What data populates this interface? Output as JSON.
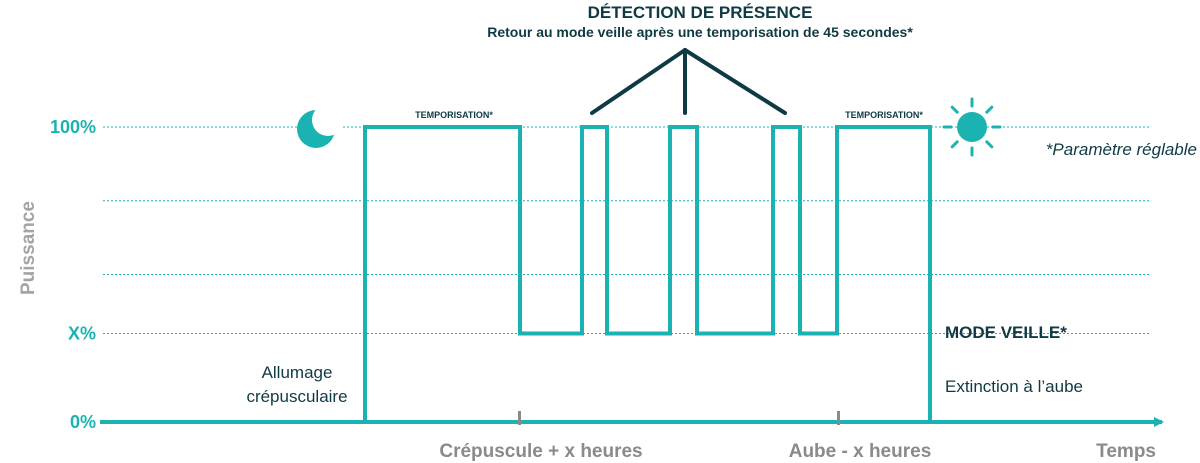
{
  "title": "DÉTECTION DE PRÉSENCE",
  "subtitle": "Retour au mode veille après une temporisation de 45 secondes*",
  "note": "*Paramètre réglable",
  "mode_label": "MODE VEILLE*",
  "extinction_label": "Extinction à l’aube",
  "allumage_lines": [
    "Allumage",
    "crépusculaire"
  ],
  "temporisation_labels": [
    "TEMPORISATION*",
    "TEMPORISATION*"
  ],
  "icons": {
    "left": "moon-icon",
    "right": "sun-icon"
  },
  "colors": {
    "signal": "#1bb3b1",
    "text": "#0f3a44",
    "grid": "#1bb3b1",
    "axis_label": "#a4a4a4"
  },
  "chart_data": {
    "type": "line",
    "ylabel": "Puissance",
    "xlabel": "Temps",
    "y_ticks": [
      {
        "label": "100%",
        "value": 100
      },
      {
        "label": "X%",
        "value": 30
      },
      {
        "label": "0%",
        "value": 0
      }
    ],
    "x_ticks": [
      "Crépuscule + x heures",
      "Aube - x heures"
    ],
    "series": [
      {
        "values": [
          0,
          100,
          100,
          30,
          30,
          100,
          100,
          30,
          30,
          100,
          100,
          30,
          30,
          100,
          100,
          30,
          30,
          100,
          100,
          0,
          0
        ]
      }
    ]
  }
}
